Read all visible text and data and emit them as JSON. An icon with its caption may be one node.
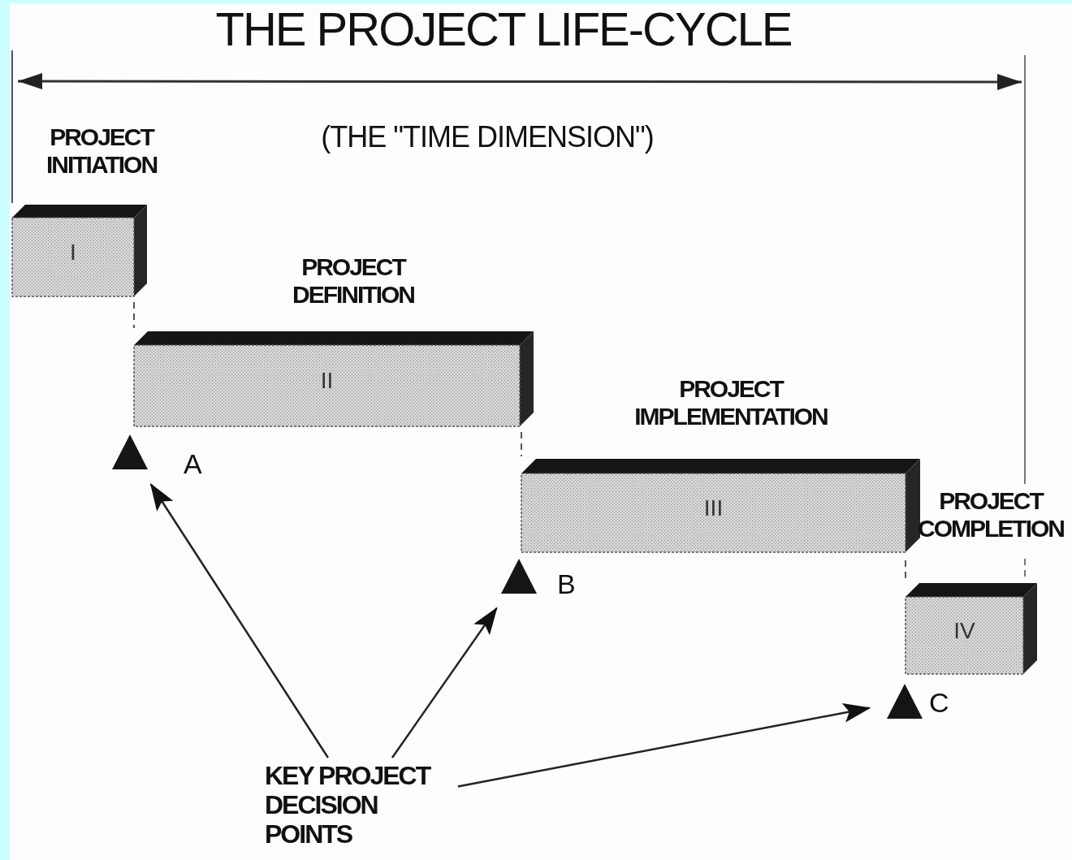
{
  "diagram": {
    "title": "THE PROJECT LIFE-CYCLE",
    "nodes": [
      {
        "text": [
          "PROJECT INITIATION",
          "I"
        ]
      },
      {
        "text": [
          "PROJECT DEFINITION",
          "II"
        ]
      },
      {
        "text": [
          "PROJECT IMPLEMENTATION",
          "III"
        ]
      },
      {
        "text": [
          "PROJECT COMPLETION",
          "IV"
        ]
      },
      {
        "text": [],
        "shape": "triangle",
        "beside": [
          "A"
        ]
      },
      {
        "text": [],
        "shape": "triangle",
        "beside": [
          "B"
        ]
      },
      {
        "text": [],
        "shape": "triangle",
        "beside": [
          "C"
        ]
      },
      {
        "text": [
          "KEY PROJECT DECISION POINTS"
        ]
      }
    ],
    "edges": [
      {
        "from": 7,
        "to": 4,
        "arrow": "to"
      },
      {
        "from": 7,
        "to": 5,
        "arrow": "to"
      },
      {
        "from": 7,
        "to": 6,
        "arrow": "to"
      }
    ],
    "labels": [
      "(THE \"TIME DIMENSION\")"
    ]
  }
}
